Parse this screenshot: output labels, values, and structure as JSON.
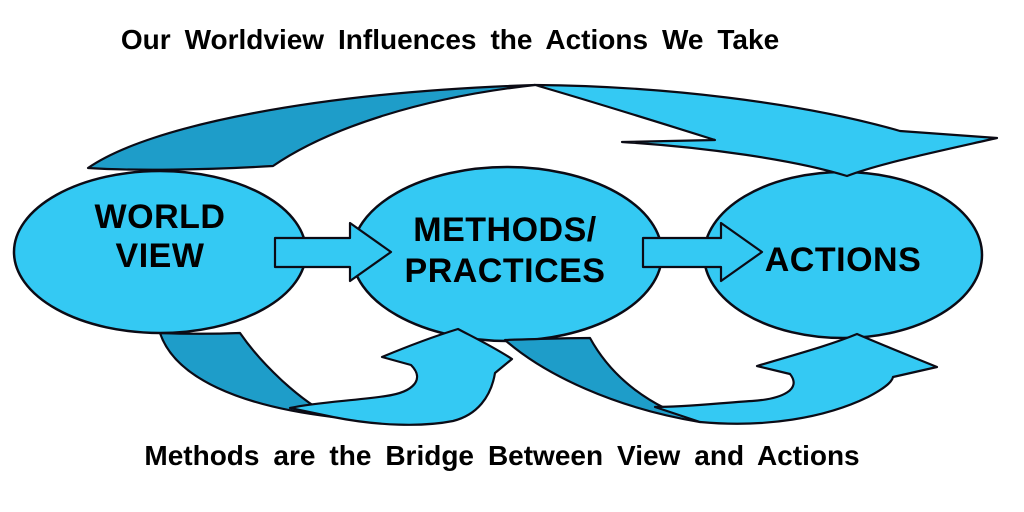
{
  "title": "Our Worldview Influences the Actions We Take",
  "caption": "Methods are the Bridge Between View and Actions",
  "nodes": {
    "worldview": {
      "line1": "WORLD",
      "line2": "VIEW"
    },
    "methods": {
      "line1": "METHODS/",
      "line2": "PRACTICES"
    },
    "actions": {
      "line1": "ACTIONS"
    }
  },
  "arrows": {
    "worldview_to_methods": "worldview to methods block arrow",
    "methods_to_actions": "methods to actions block arrow",
    "top_loop": "curved arrow from worldview over the top into actions",
    "bottom_left_loop": "curved arrow from worldview up into methods",
    "bottom_right_loop": "curved arrow from methods up into actions"
  },
  "colors": {
    "background": "#ffffff",
    "shape_fill": "#34c9f3",
    "swoosh_back_fill": "#1e9dc9",
    "outline": "#0b0b15",
    "text": "#000000"
  }
}
